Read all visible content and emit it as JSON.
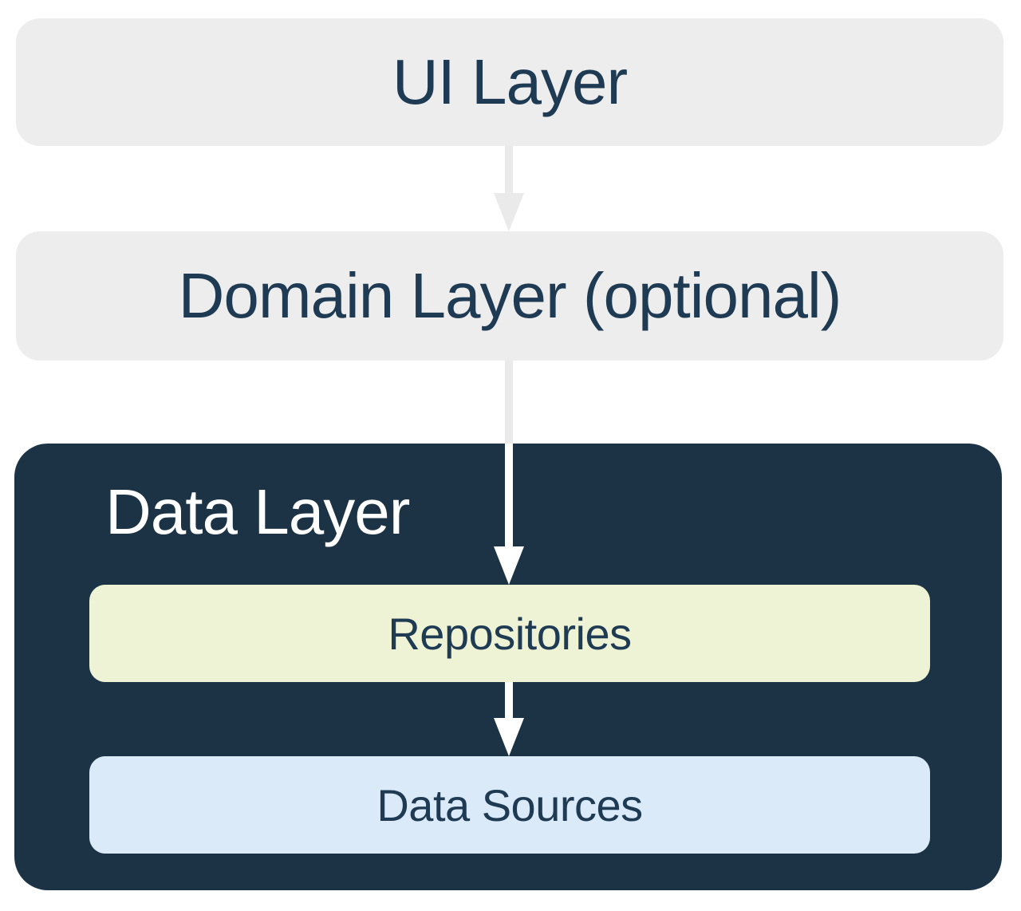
{
  "nodes": {
    "ui_layer": {
      "label": "UI Layer"
    },
    "domain_layer": {
      "label": "Domain Layer (optional)"
    },
    "data_layer": {
      "label": "Data Layer"
    },
    "repositories": {
      "label": "Repositories"
    },
    "data_sources": {
      "label": "Data Sources"
    }
  },
  "arrows": [
    {
      "from": "UI Layer",
      "to": "Domain Layer (optional)"
    },
    {
      "from": "Domain Layer (optional)",
      "to": "Repositories"
    },
    {
      "from": "Repositories",
      "to": "Data Sources"
    }
  ],
  "colors": {
    "background": "#ffffff",
    "layer_box": "#ededed",
    "layer_text": "#1f3b53",
    "data_layer_bg": "#1b3344",
    "data_layer_text": "#ffffff",
    "repositories_bg": "#eef3d5",
    "data_sources_bg": "#daeaf9",
    "arrow_gray": "#eaeaea",
    "arrow_white": "#ffffff"
  }
}
